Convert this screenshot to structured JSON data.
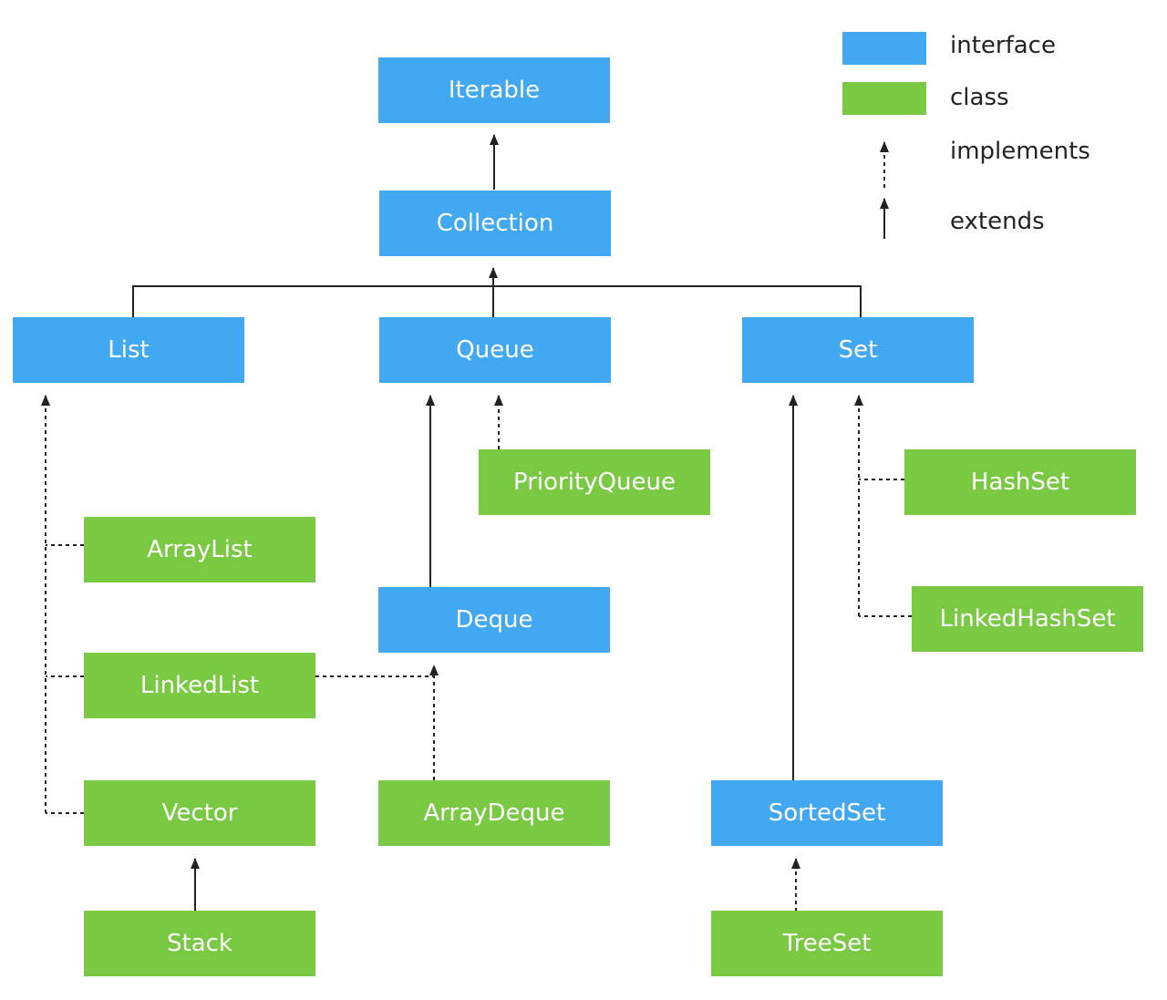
{
  "legend": {
    "interface": "interface",
    "class": "class",
    "implements": "implements",
    "extends": "extends"
  },
  "colors": {
    "interface": "#42a8f2",
    "class": "#7ac943",
    "line": "#222222"
  },
  "nodes": {
    "iterable": "Iterable",
    "collection": "Collection",
    "list": "List",
    "queue": "Queue",
    "set": "Set",
    "priorityqueue": "PriorityQueue",
    "hashset": "HashSet",
    "arraylist": "ArrayList",
    "deque": "Deque",
    "linkedhashset": "LinkedHashSet",
    "linkedlist": "LinkedList",
    "vector": "Vector",
    "arraydeque": "ArrayDeque",
    "sortedset": "SortedSet",
    "stack": "Stack",
    "treeset": "TreeSet"
  }
}
